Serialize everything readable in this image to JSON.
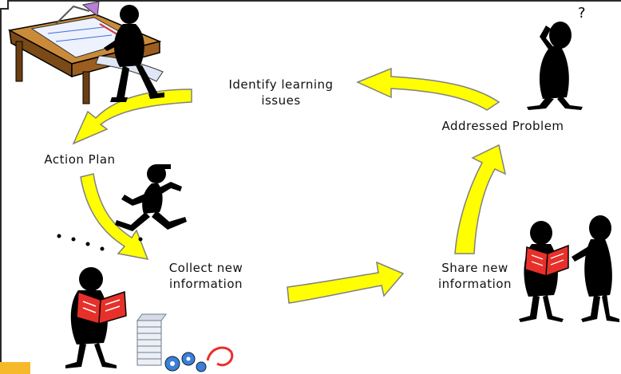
{
  "diagram": {
    "labels": {
      "identify": [
        "Identify learning",
        "issues"
      ],
      "addressed": "Addressed Problem",
      "action_plan": "Action Plan",
      "collect": [
        "Collect new",
        "information"
      ],
      "share": [
        "Share new",
        "information"
      ]
    },
    "colors": {
      "arrow_fill": "#ffff00",
      "arrow_stroke": "#808080",
      "figure": "#000000",
      "book": "#e8302a",
      "accent": "#f6b92b"
    },
    "icons": [
      "person-drafting-icon",
      "person-thinking-icon",
      "person-running-icon",
      "person-reading-icon",
      "papers-stack-icon",
      "gears-icon",
      "two-people-reading-icon"
    ]
  }
}
